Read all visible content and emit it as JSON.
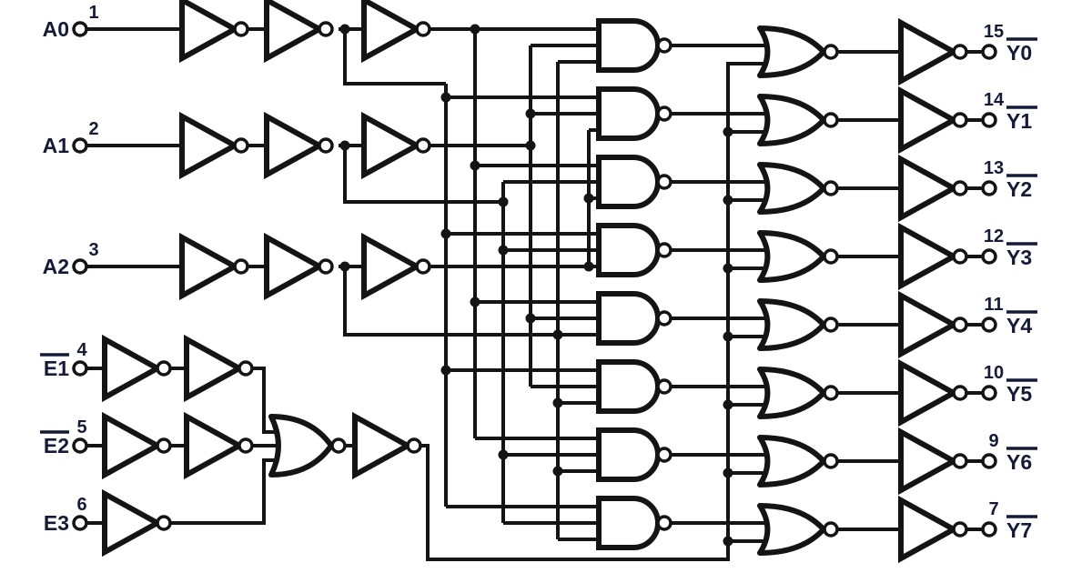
{
  "diagram": {
    "inputs": [
      {
        "label": "A0",
        "pin": "1",
        "overline": false
      },
      {
        "label": "A1",
        "pin": "2",
        "overline": false
      },
      {
        "label": "A2",
        "pin": "3",
        "overline": false
      },
      {
        "label": "E1",
        "pin": "4",
        "overline": true
      },
      {
        "label": "E2",
        "pin": "5",
        "overline": true
      },
      {
        "label": "E3",
        "pin": "6",
        "overline": false
      }
    ],
    "outputs": [
      {
        "label": "Y0",
        "pin": "15",
        "overline": true
      },
      {
        "label": "Y1",
        "pin": "14",
        "overline": true
      },
      {
        "label": "Y2",
        "pin": "13",
        "overline": true
      },
      {
        "label": "Y3",
        "pin": "12",
        "overline": true
      },
      {
        "label": "Y4",
        "pin": "11",
        "overline": true
      },
      {
        "label": "Y5",
        "pin": "10",
        "overline": true
      },
      {
        "label": "Y6",
        "pin": "9",
        "overline": true
      },
      {
        "label": "Y7",
        "pin": "7",
        "overline": true
      }
    ],
    "colors": {
      "wire": "#141414",
      "label": "#151a38",
      "background": "#ffffff"
    }
  }
}
